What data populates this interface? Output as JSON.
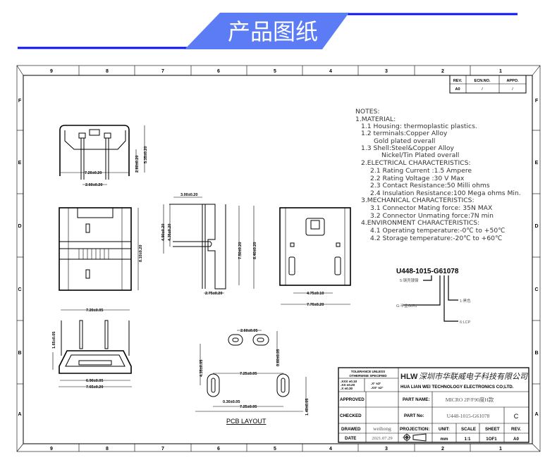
{
  "header": {
    "title": "产品图纸",
    "accent_color": "#5b7cf5",
    "line_color": "#0a14f0"
  },
  "frame": {
    "columns": [
      "9",
      "8",
      "7",
      "6",
      "5",
      "4",
      "3",
      "2",
      "1"
    ],
    "rows": [
      "F",
      "E",
      "D",
      "C",
      "B",
      "A"
    ]
  },
  "revision_table": {
    "headers": [
      "REV.",
      "ECN.NO.",
      "APPO."
    ],
    "row": [
      "A0",
      "/",
      "/"
    ]
  },
  "notes": [
    "NOTES:",
    "1.MATERIAL:",
    "1.1  Housing:  thermoplastic  plastics.",
    "1.2  terminals:Copper  Alloy",
    "Gold  plated  overall",
    "1.3  Shell:Steel&Copper  Alloy",
    "Nickel/Tin  Plated  overall",
    "2.ELECTRICAL  CHARACTERISTICS:",
    "2.1  Rating  Current  :1.5  Ampere",
    "2.2  Rating  Voltage  :30  V  Max",
    "2.3  Contact  Resistance:50  Milli  ohms",
    "2.4  Insulation  Resistance:100  Mega  ohms  Min.",
    "3.MECHANICAL  CHARACTERISTICS:",
    "3.1  Connector  Mating  force:  35N  MAX",
    "3.2  Connector  Unmating  force:7N  min",
    "4.ENVIRONMENT  CHARACTERISTICS:",
    "4.1  Operating  temperature:-0℃  to  +50℃",
    "4.2  Storage  temperature:-20℃  to  +60℃"
  ],
  "part_code": {
    "code": "U448-1015-G61078",
    "callouts": [
      "5:钢壳镀镍",
      "G:半金G/Fu\"",
      "1:黑色",
      "6:LCP"
    ]
  },
  "dimensions": {
    "top_view": [
      "5.35±0.20",
      "2.60±0.20",
      "7.20±0.20",
      "2.60±0.20"
    ],
    "side_view": [
      "3.00±0.20",
      "4.90±0.20",
      "4.35±0.20",
      "7.50±0.20",
      "8.40±0.20",
      "2.75±0.20"
    ],
    "front_view": [
      "8.10±0.20"
    ],
    "rear_view": [
      "4.75±0.10",
      "7.70±0.20"
    ],
    "end_view": [
      "7.20±0.05",
      "1.65±0.05",
      "6.90±0.05",
      "7.65±0.20"
    ],
    "pcb": [
      "2.60±0.05",
      "0.60±0.05",
      "4.35±0.05",
      "7.25±0.05",
      "0.30±0.05",
      "7.25±0.05",
      "1.40±0.05"
    ]
  },
  "pcb_layout_label": "PCB  LAYOUT",
  "title_block": {
    "tolerance_title": [
      "TOLERANCE  UNLESS",
      "OTHERWISE  SPECIFIED"
    ],
    "tolerance_values": [
      ".XXX  ±0.10",
      ".XX   ±0.20",
      ".X    ±0.30"
    ],
    "angle_values": [
      ".X°   ±3°",
      ".XX°  ±2°"
    ],
    "logo": "HLW",
    "company_cn": "深圳市华联威电子科技有限公司",
    "company_en": "HUA LIAN WEI TECHNOLOGY ELECTRONICS CO;LTD.",
    "labels": {
      "approved": "APPROVED",
      "checked": "CHECKED",
      "drawed": "DRAWED",
      "date": "DATE",
      "part_name": "PART NAME:",
      "part_no": "PART No:",
      "projection": "PROJECTION:",
      "unit": "UNIT:",
      "scale": "SCALE",
      "sheet": "SHEET",
      "rev": "REV."
    },
    "values": {
      "part_name": "MICRO 2P/F90度H款",
      "part_no": "U448-1015-G61078",
      "part_rev": "C",
      "drawed": "weihong",
      "date": "2021.07.29",
      "unit": "mm",
      "scale": "1:1",
      "sheet": "1OF1",
      "rev": "A0"
    }
  }
}
